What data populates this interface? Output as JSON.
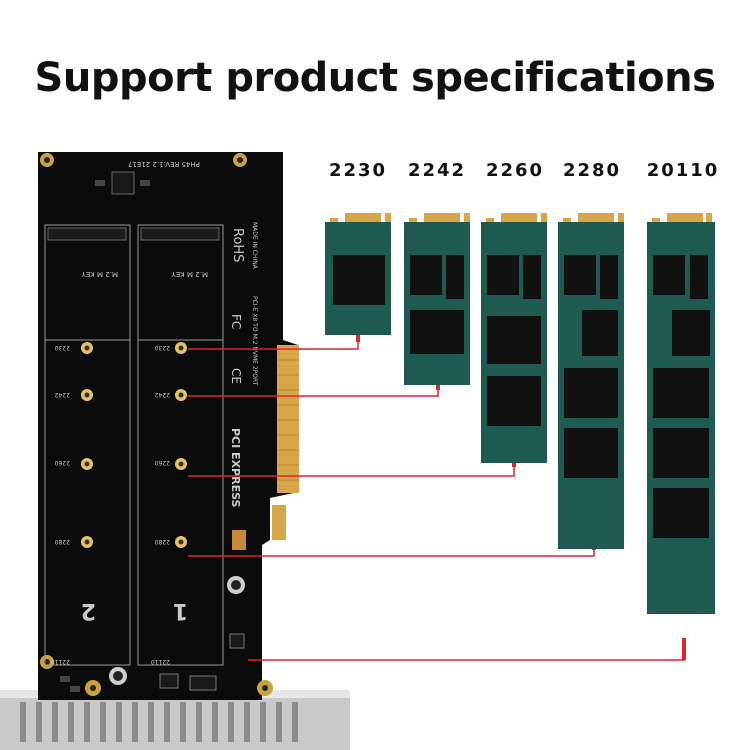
{
  "title": "Support product specifications",
  "sizes": [
    "2230",
    "2242",
    "2260",
    "2280",
    "20110"
  ],
  "board": {
    "model": "PH45  REV:1.2  21E17",
    "key_label_left": "M.2 M KEY",
    "key_label_right": "M.2 M KEY",
    "rohs": "RoHS",
    "made_in": "MADE IN CHINA",
    "product_line": "PCI-E X8 TO M.2 NVME 2PORT",
    "pcie_logo": "PCI EXPRESS",
    "slot_1": "1",
    "slot_2": "2",
    "hole_labels_left": [
      "2230",
      "2242",
      "2260",
      "2280",
      "22110"
    ],
    "hole_labels_right": [
      "2230",
      "2242",
      "2260",
      "2280",
      "22110"
    ]
  },
  "colors": {
    "pcb": "#0b0b0b",
    "ssd": "#1f5a50",
    "chip": "#111111",
    "gold": "#d8a64a",
    "leader_line": "#e0242b"
  }
}
